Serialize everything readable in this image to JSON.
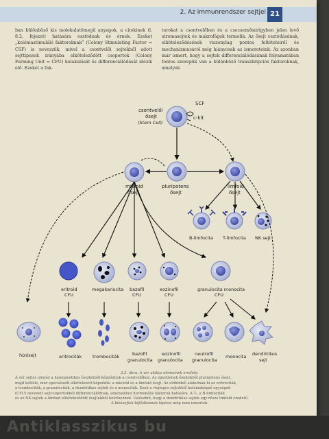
{
  "header": {
    "chapter_title": "2. Az immunrendszer sejtjei",
    "page_number": "21"
  },
  "body_text": {
    "left_column": "ban különböző kis molekulatömegű anyagok, a citokinek (l. 8.2. fejezet) hatására osztódnak és érnek. Ezeket „kolóniastimuláló faktoroknak” (Colony Stimulating Factor = CSF) is nevezzük, mivel a csontvelői sejtekből adott sejttípusok irányába elköteleződött csoportok (Colony Forming Unit = CFU) kolakulását és differenciálódását idézik elő. Ezeket a fak-",
    "right_column": "torokat a csontvelőben és a csecsemőmirigyben jelen levő stromasejtek és makrofágok termelik. Az ősejt osztódásának, elköteleződésének viszonylag pontos feltételeiről és mechanizmusáról még hiányosak az ismereteink. Az azonban már ismert, hogy a sejtek differenciálódásának folyamatában fontos szerepük van a különböző transzkripciós faktoroknak, amelyek"
  },
  "figure": {
    "labels": {
      "scf": "SCF",
      "ckit": "c-kit",
      "stem_cell_line1": "csontvelői",
      "stem_cell_line2": "ősejt",
      "stem_cell_line3": "(Stem Cell)",
      "myeloid_line1": "mieloid",
      "myeloid_line2": "ősejt",
      "pluripotent_line1": "pluripotens",
      "pluripotent_line2": "ősejt",
      "lymphoid_line1": "limfoid",
      "lymphoid_line2": "ősejt",
      "b_cell": "B-limfocita",
      "t_cell": "T-limfocita",
      "nk_cell": "NK sejt",
      "erythroid_line1": "eritroid",
      "erythroid_line2": "CFU",
      "megakaryocyte": "megakariocita",
      "basophil_line1": "bazofil",
      "basophil_line2": "CFU",
      "eosinophil_line1": "eozinofil",
      "eosinophil_line2": "CFU",
      "gran_mono_line1": "granulocita monocita",
      "gran_mono_line2": "CFU",
      "mast_cell": "hízósejt",
      "erythrocytes": "eritrociták",
      "thrombocytes": "trombociták",
      "basophil_gran_line1": "bazofil",
      "basophil_gran_line2": "granulocita",
      "eosinophil_gran_line1": "eozinofil",
      "eosinophil_gran_line2": "granulocita",
      "neutrophil_gran_line1": "neutrofil",
      "neutrophil_gran_line2": "granulocita",
      "monocyte": "monocita",
      "dendritic_line1": "dendritikus",
      "dendritic_line2": "sejt"
    },
    "colors": {
      "cell_fill": "#c4cbe0",
      "cell_stroke": "#7c86b4",
      "nucleus": "#5562b8",
      "erythrocyte": "#4a5ccc",
      "arrow": "#111111"
    }
  },
  "caption": {
    "lines": [
      "2.3. ábra. A vér alakos elemeinek eredete.",
      "A vér sejtes elemei a hemopoetikus ősejtekből képződnek a csontvelőben. Az egyetlenek ősejtekből pluripotens ősejt,",
      "majd kétféle, már specializált elkötelezett képződik: a mieloid és a limfoid ősejt. Az előbbiből alakulnak ki az eritrociták,",
      "a trombociták, a granulociták, a dendritikus sejtek és a monociták. Ezek a végleges sejtekből kolóniaképző egységek",
      "(CFU) nevezett sejtcsoportokból differenciálódnak, amelyekhez hormonális faktorok hatására. A T-, a B-limfociták",
      "és az NK-sejtek a limfoid elköteleződött ősejtekből keletkeznek. Valószínű, hogy a dendritikus sejtek egy része limfoid eredetű.",
      "A hízósejtek fejlődésének lépései még nem ismertek."
    ]
  },
  "photo_overlay_text": "Antiklasszikus bu"
}
